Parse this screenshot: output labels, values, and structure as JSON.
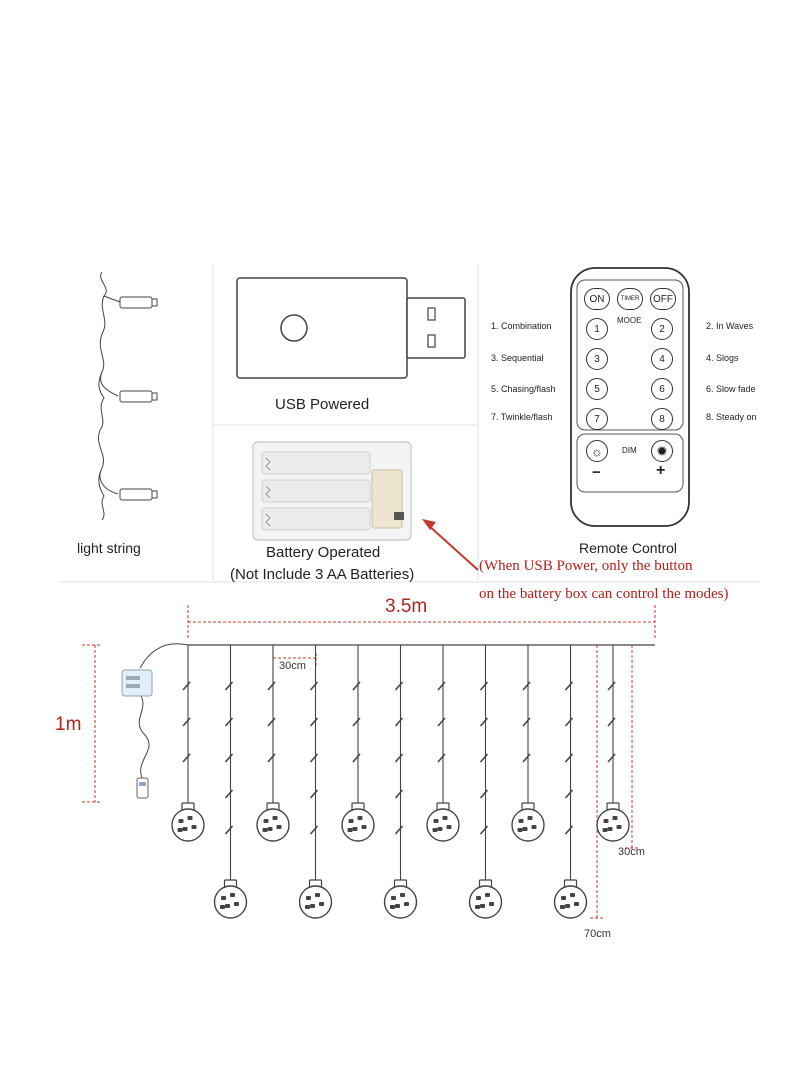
{
  "panels": {
    "light_string": {
      "caption": "light string"
    },
    "usb": {
      "caption": "USB Powered"
    },
    "battery": {
      "caption_line1": "Battery Operated",
      "caption_line2": "(Not Include 3 AA Batteries)"
    },
    "remote": {
      "caption": "Remote Control",
      "buttons": {
        "on": "ON",
        "timer": "TIMER",
        "off": "OFF",
        "mode_label": "MOOE",
        "numbers": [
          "1",
          "2",
          "3",
          "4",
          "5",
          "6",
          "7",
          "8"
        ],
        "dim_label": "DIM",
        "minus": "−",
        "plus": "+"
      },
      "modes_left": [
        "1.  Combination",
        "3.  Sequential",
        "5.  Chasing/flash",
        "7.  Twinkle/flash"
      ],
      "modes_right": [
        "2.  In Waves",
        "4.  Slogs",
        "6.  Slow fade",
        "8.  Steady on"
      ]
    }
  },
  "note": {
    "line1": "(When USB Power, only the button",
    "line2": "on the battery box can control the modes)",
    "color": "#b0211d"
  },
  "dimensions": {
    "width": "3.5m",
    "height": "1m",
    "strand_spacing": "30cm",
    "short_drop": "30cm",
    "long_drop": "70cm"
  },
  "colors": {
    "line": "#444444",
    "dimension": "#c0392b",
    "divider": "#e2e2e2"
  }
}
